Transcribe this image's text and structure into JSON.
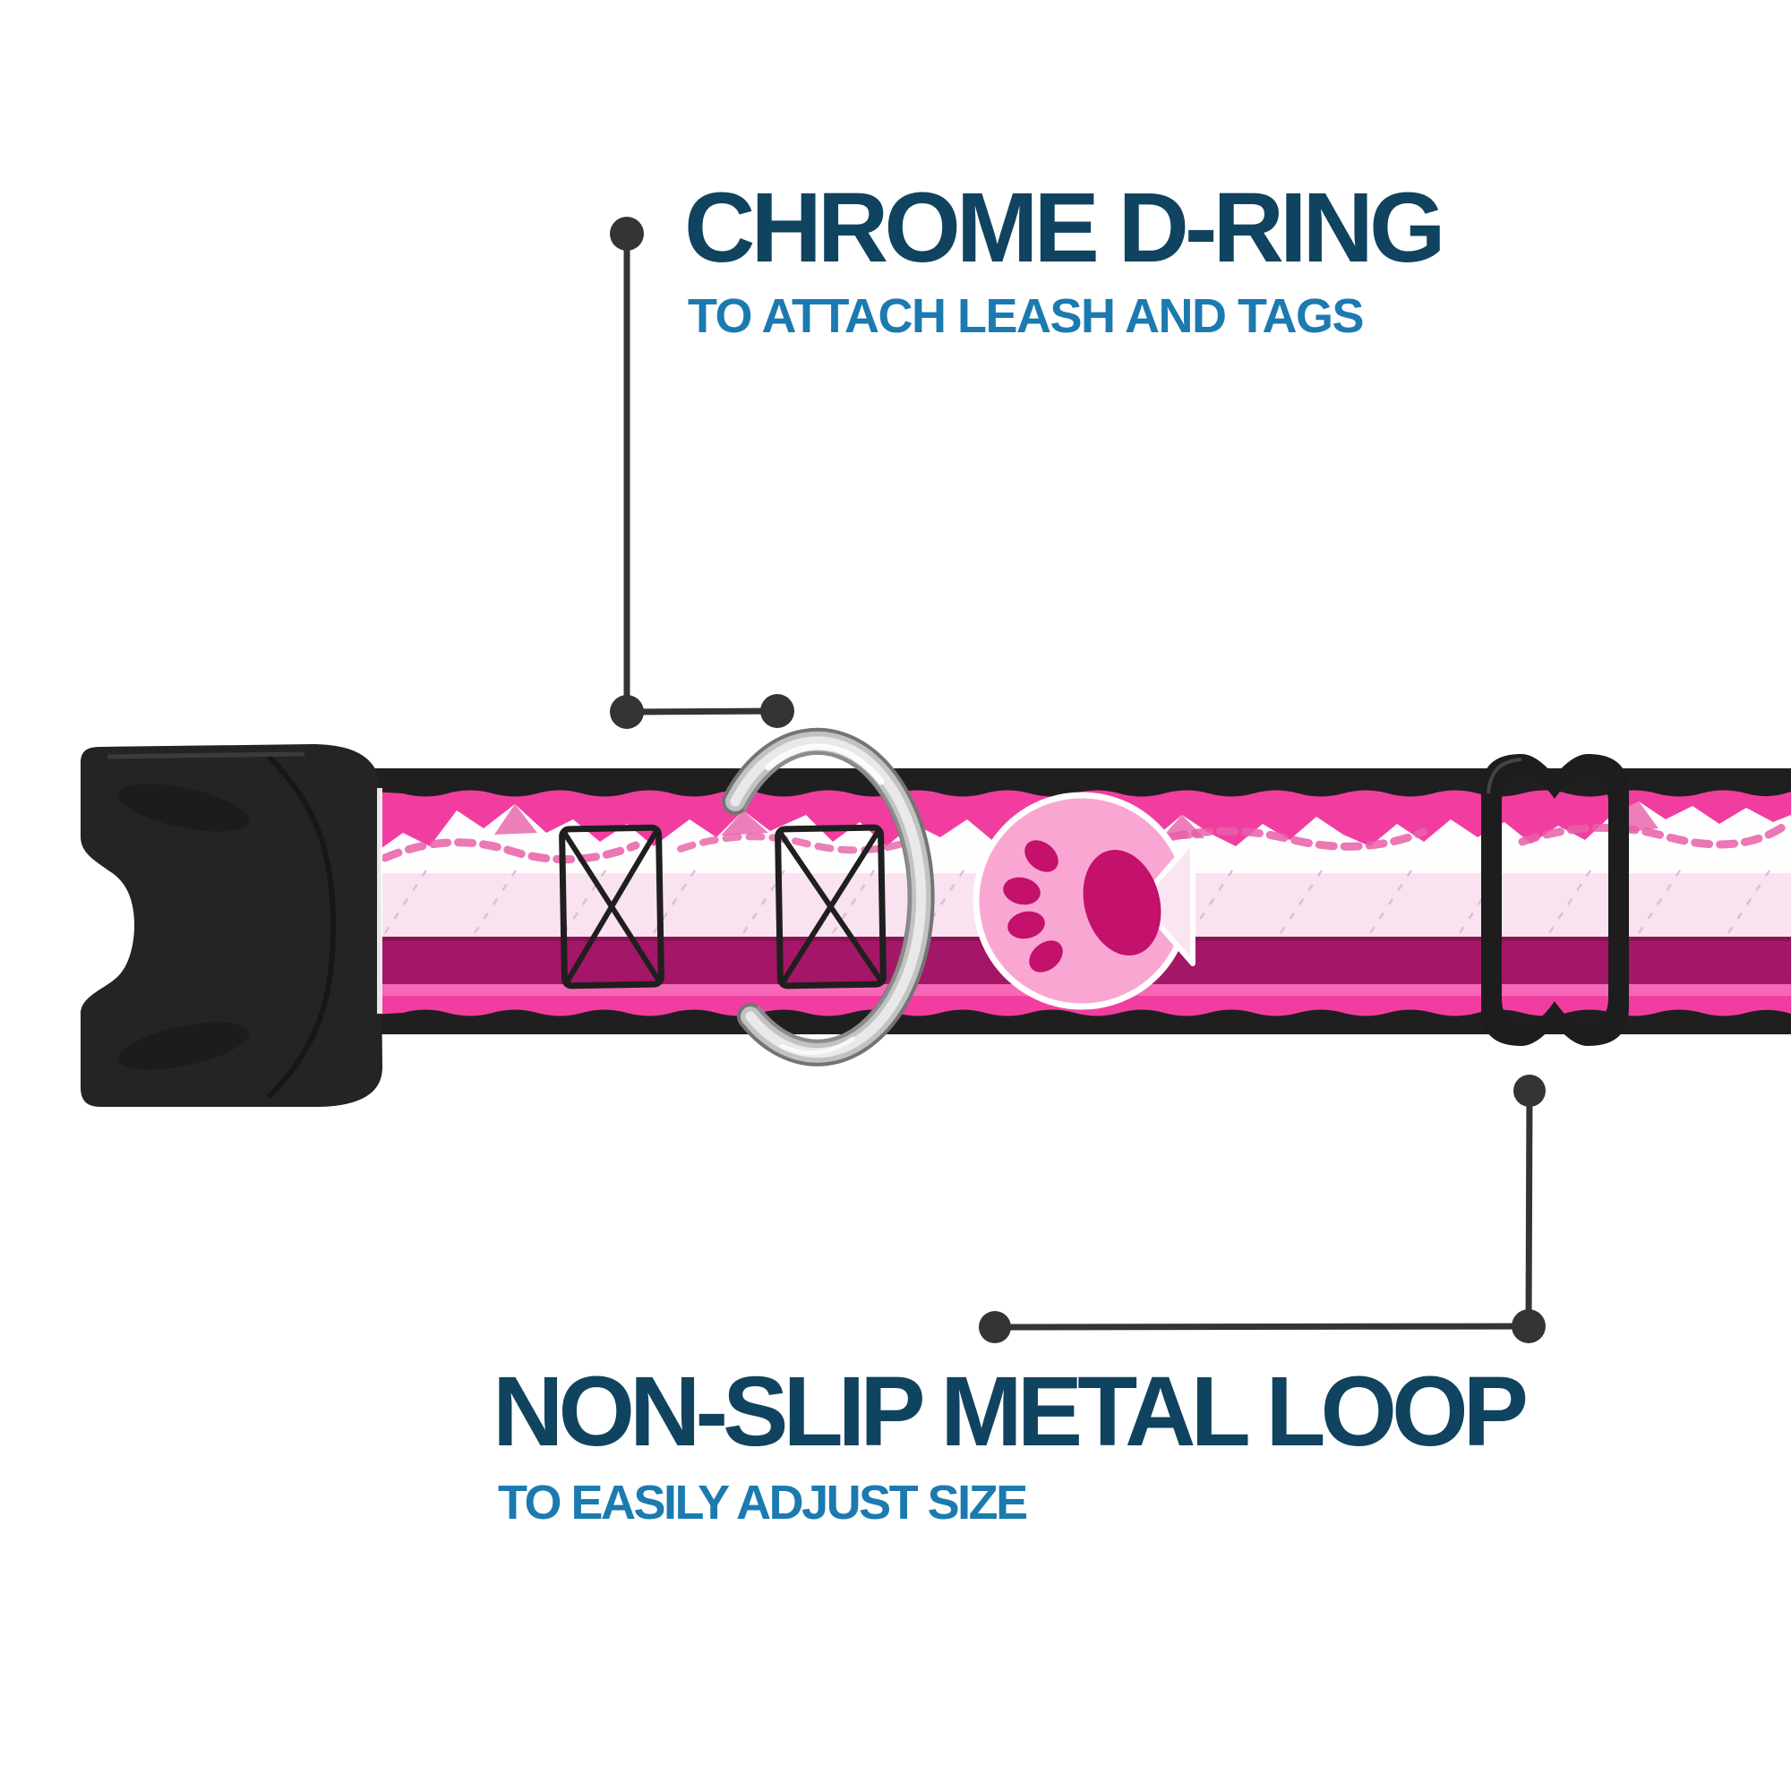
{
  "callouts": {
    "d_ring": {
      "title": "CHROME D-RING",
      "subtitle": "TO ATTACH LEASH AND TAGS"
    },
    "metal_loop": {
      "title": "NON-SLIP METAL LOOP",
      "subtitle": "TO EASILY ADJUST SIZE"
    }
  },
  "colors": {
    "heading": "#10435F",
    "subheading": "#1B7AB0",
    "leader": "#343434",
    "hot_pink": "#F23DA0",
    "stripe_magenta": "#A41667",
    "stripe_magenta_dark": "#8D1158",
    "pale_weave": "#F8DBEC",
    "weave_dash": "#D5BCD0",
    "mountain_white": "#FEFEFE",
    "mountain_pink": "#E75FA8",
    "bottom_pink_light": "#F468B6",
    "edge_black": "#1F1F1F",
    "logo_circle_pink": "#F9A7D2",
    "logo_notch_pale": "#FAE6F2",
    "paw_magenta": "#C3116C",
    "buckle_black": "#242424",
    "hardware_black": "#1D1D1D",
    "chrome_dark": "#747474",
    "chrome_mid": "#C2C2C2",
    "chrome_light": "#E9E9E9"
  }
}
